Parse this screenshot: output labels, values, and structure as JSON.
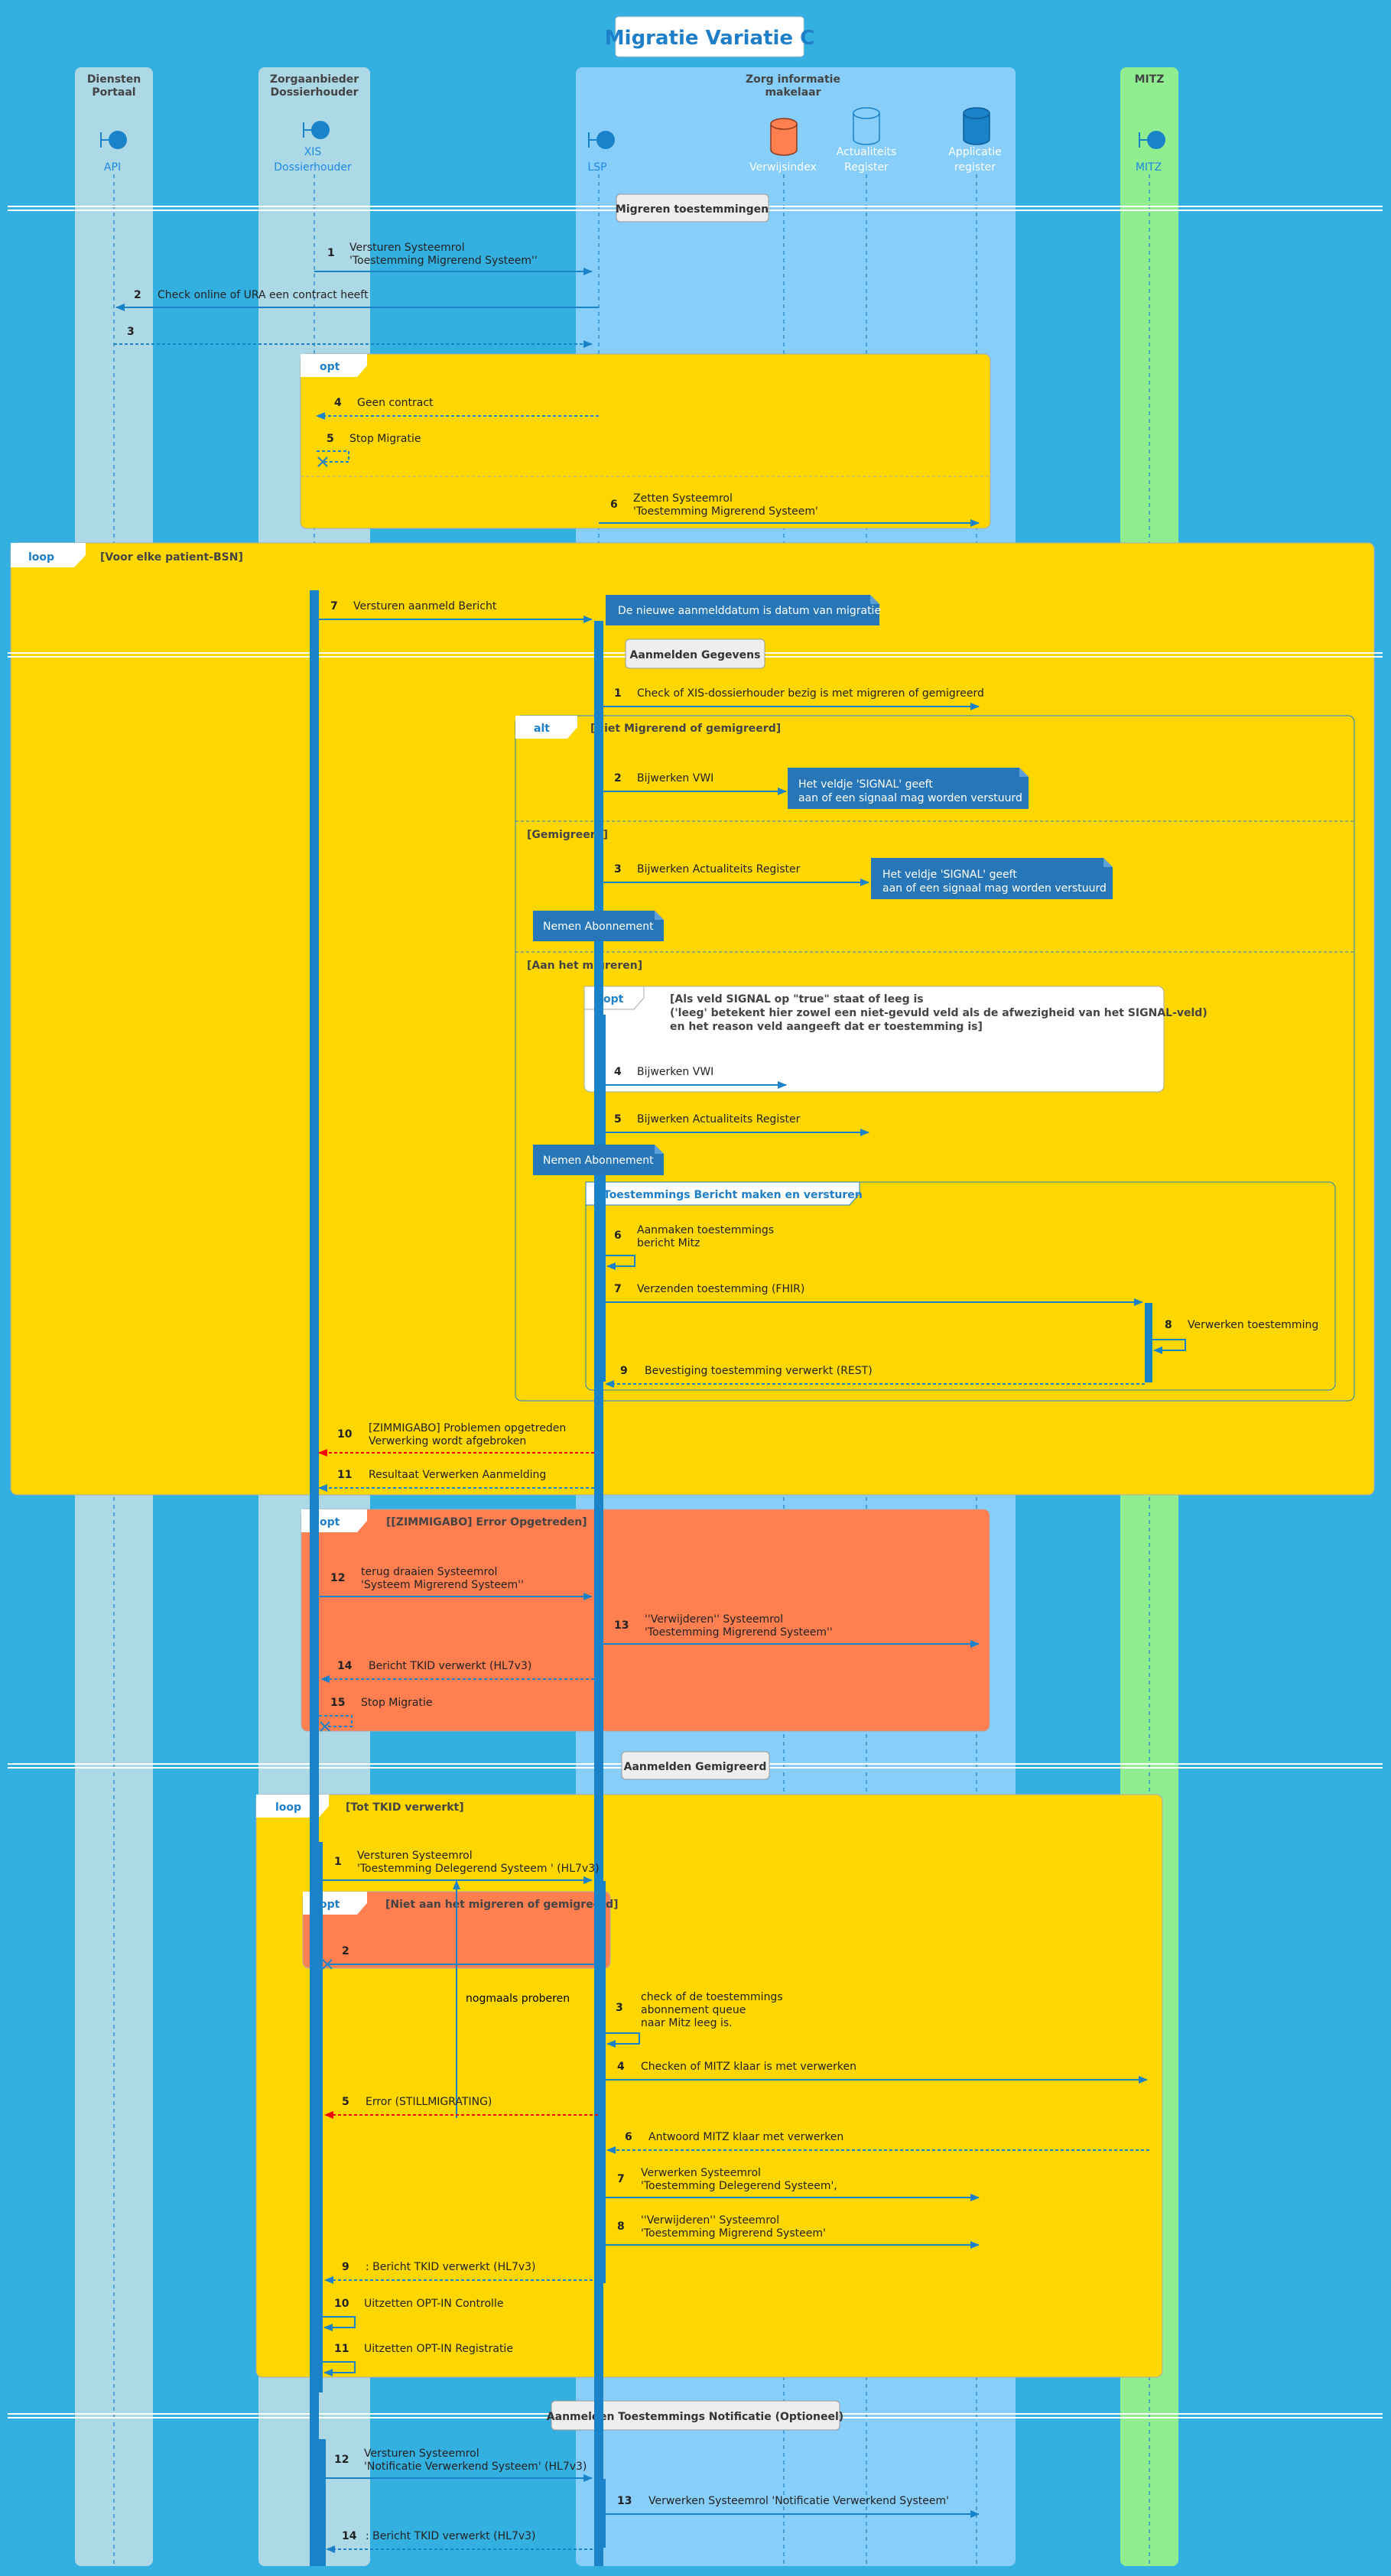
{
  "title": "Migratie Variatie C",
  "boxes": {
    "diensten": [
      "Diensten",
      "Portaal"
    ],
    "zorgaanbieder": [
      "Zorgaanbieder",
      "Dossierhouder"
    ],
    "zim": [
      "Zorg informatie",
      "makelaar"
    ],
    "mitz": [
      "MITZ"
    ]
  },
  "participants": {
    "api": "API",
    "xis": [
      "XIS",
      "Dossierhouder"
    ],
    "lsp": "LSP",
    "verwijsindex": "Verwijsindex",
    "actualiteits": [
      "Actualiteits",
      "Register"
    ],
    "applicatie": [
      "Applicatie",
      "register"
    ],
    "mitz": "MITZ"
  },
  "dividers": {
    "d1": "Migreren toestemmingen",
    "d2": "Aanmelden Gegevens",
    "d3": "Aanmelden Gemigreerd",
    "d4": "Aanmelden Toestemmings Notificatie (Optioneel)"
  },
  "fragments": {
    "opt1": "opt",
    "loop1": "loop",
    "loop1_cond": "[Voor elke patient-BSN]",
    "alt": "alt",
    "alt_cond1": "[Niet Migrerend of gemigreerd]",
    "alt_cond2": "[Gemigreerd]",
    "alt_cond3": "[Aan het migreren]",
    "opt_signal": "opt",
    "opt_signal_cond": [
      "[Als veld SIGNAL op \"true\" staat of leeg is",
      "('leeg' betekent hier zowel een niet-gevuld veld als de afwezigheid van het SIGNAL-veld)",
      "en het reason veld aangeeft dat er toestemming is]"
    ],
    "group": "Toestemmings Bericht maken en versturen",
    "opt_error": "opt",
    "opt_error_cond": "[[ZIMMIGABO] Error Opgetreden]",
    "loop2": "loop",
    "loop2_cond": "[Tot TKID verwerkt]",
    "opt_niet": "opt",
    "opt_niet_cond": "[Niet aan het migreren of gemigreerd]"
  },
  "notes": {
    "n1": "De nieuwe aanmelddatum is datum van migratie",
    "n2": [
      "Het veldje 'SIGNAL' geeft",
      "aan of een signaal mag worden verstuurd"
    ],
    "n3": [
      "Het veldje 'SIGNAL' geeft",
      "aan of een signaal mag worden verstuurd"
    ],
    "n4": "Nemen Abonnement",
    "n5": "Nemen Abonnement"
  },
  "retry_label": "nogmaals proberen",
  "messages": {
    "m1": {
      "n": "1",
      "t": [
        "Versturen Systeemrol",
        "'Toestemming Migrerend Systeem''"
      ]
    },
    "m2": {
      "n": "2",
      "t": [
        "Check online of URA een contract heeft"
      ]
    },
    "m3": {
      "n": "3",
      "t": [
        ""
      ]
    },
    "m4": {
      "n": "4",
      "t": [
        "Geen contract"
      ]
    },
    "m5": {
      "n": "5",
      "t": [
        "Stop Migratie"
      ]
    },
    "m6": {
      "n": "6",
      "t": [
        "Zetten Systeemrol",
        "'Toestemming Migrerend Systeem'"
      ]
    },
    "m7": {
      "n": "7",
      "t": [
        "Versturen aanmeld Bericht"
      ]
    },
    "g1": {
      "n": "1",
      "t": [
        "Check of XIS-dossierhouder bezig is met migreren of gemigreerd"
      ]
    },
    "g2": {
      "n": "2",
      "t": [
        "Bijwerken VWI"
      ]
    },
    "g3": {
      "n": "3",
      "t": [
        "Bijwerken Actualiteits Register"
      ]
    },
    "g4": {
      "n": "4",
      "t": [
        "Bijwerken VWI"
      ]
    },
    "g5": {
      "n": "5",
      "t": [
        "Bijwerken Actualiteits Register"
      ]
    },
    "g6": {
      "n": "6",
      "t": [
        "Aanmaken toestemmings",
        "bericht Mitz"
      ]
    },
    "g7": {
      "n": "7",
      "t": [
        "Verzenden toestemming (FHIR)"
      ]
    },
    "g8": {
      "n": "8",
      "t": [
        "Verwerken toestemming"
      ]
    },
    "g9": {
      "n": "9",
      "t": [
        "Bevestiging toestemming verwerkt (REST)"
      ]
    },
    "g10": {
      "n": "10",
      "t": [
        "[ZIMMIGABO] Problemen opgetreden",
        "Verwerking wordt afgebroken"
      ]
    },
    "g11": {
      "n": "11",
      "t": [
        "Resultaat Verwerken Aanmelding"
      ]
    },
    "g12": {
      "n": "12",
      "t": [
        "terug draaien Systeemrol",
        "'Systeem Migrerend Systeem''"
      ]
    },
    "g13": {
      "n": "13",
      "t": [
        "''Verwijderen'' Systeemrol",
        "'Toestemming Migrerend Systeem''"
      ]
    },
    "g14": {
      "n": "14",
      "t": [
        "Bericht TKID verwerkt (HL7v3)"
      ]
    },
    "g15": {
      "n": "15",
      "t": [
        "Stop Migratie"
      ]
    },
    "h1": {
      "n": "1",
      "t": [
        "Versturen Systeemrol",
        "'Toestemming Delegerend Systeem ' (HL7v3)"
      ]
    },
    "h2": {
      "n": "2",
      "t": [
        ""
      ]
    },
    "h3": {
      "n": "3",
      "t": [
        "check of de toestemmings",
        "abonnement queue",
        "naar Mitz leeg is."
      ]
    },
    "h4": {
      "n": "4",
      "t": [
        "Checken of MITZ klaar is met verwerken"
      ]
    },
    "h5": {
      "n": "5",
      "t": [
        "Error (STILLMIGRATING)"
      ]
    },
    "h6": {
      "n": "6",
      "t": [
        "Antwoord MITZ klaar met verwerken"
      ]
    },
    "h7": {
      "n": "7",
      "t": [
        "Verwerken Systeemrol",
        "'Toestemming Delegerend Systeem',"
      ]
    },
    "h8": {
      "n": "8",
      "t": [
        "''Verwijderen'' Systeemrol",
        "'Toestemming Migrerend Systeem'"
      ]
    },
    "h9": {
      "n": "9",
      "t": [
        ":  Bericht TKID verwerkt (HL7v3)"
      ]
    },
    "h10": {
      "n": "10",
      "t": [
        "Uitzetten OPT-IN Controlle"
      ]
    },
    "h11": {
      "n": "11",
      "t": [
        "Uitzetten OPT-IN Registratie"
      ]
    },
    "k12": {
      "n": "12",
      "t": [
        "Versturen Systeemrol",
        "'Notificatie Verwerkend Systeem' (HL7v3)"
      ]
    },
    "k13": {
      "n": "13",
      "t": [
        "Verwerken Systeemrol 'Notificatie Verwerkend Systeem'"
      ]
    },
    "k14": {
      "n": "14",
      "t": [
        ":  Bericht TKID verwerkt (HL7v3)"
      ]
    }
  },
  "colors": {
    "background": "#34B0E0",
    "box_light": "#ADD8E6",
    "box_zim": "#87CEFA",
    "box_mitz": "#90EE90",
    "fragment": "#FFD700",
    "fragment_error": "#FF7F50",
    "arrow": "#1A82C8",
    "arrow_error": "#FF0000",
    "note": "#2777B8",
    "verwijsindex_db": "#FF7F50"
  }
}
